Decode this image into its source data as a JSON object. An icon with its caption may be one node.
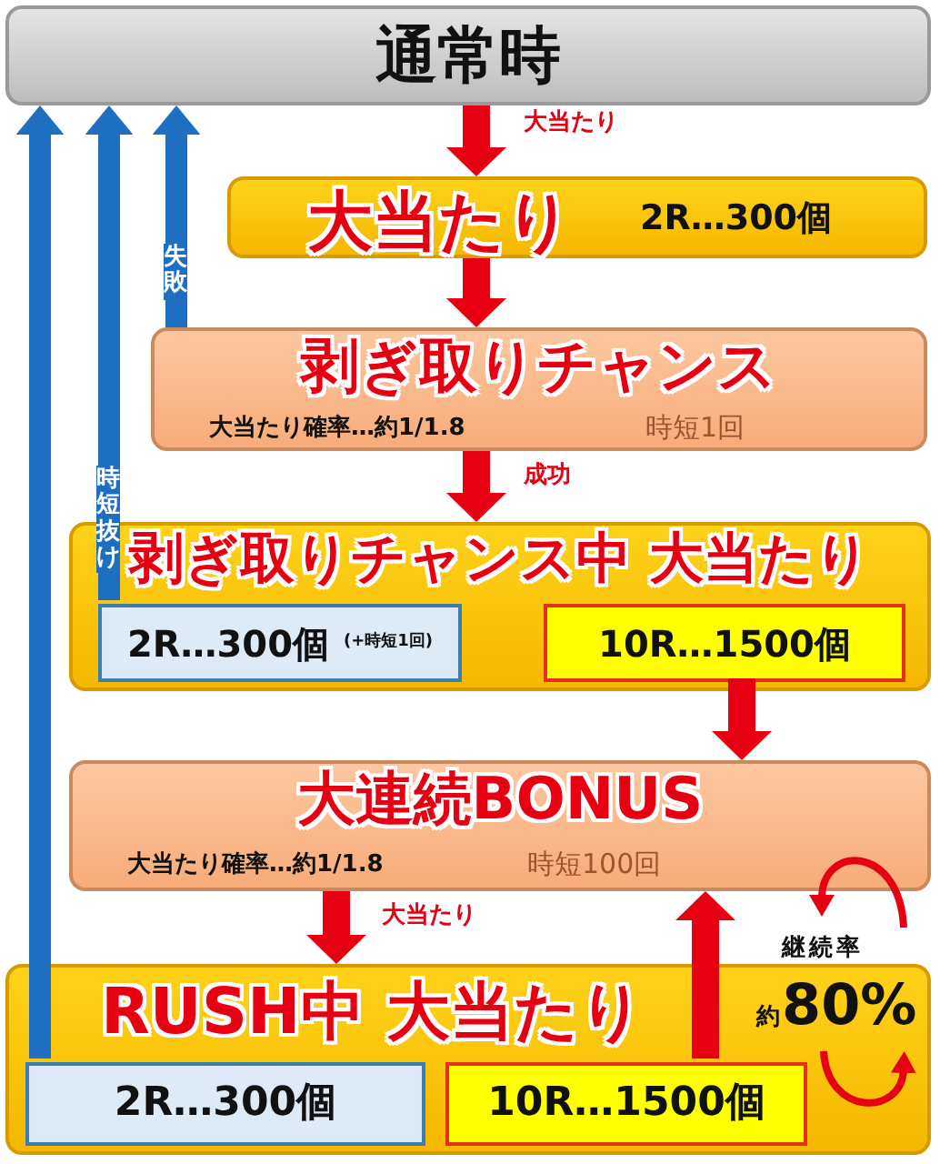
{
  "diagram": {
    "nodes": [
      {
        "text": [
          "通常時"
        ]
      },
      {
        "text": [
          "大当たり",
          "2R…300個"
        ]
      },
      {
        "text": [
          "剥ぎ取りチャンス",
          "大当たり確率…約1/1.8",
          "時短1回"
        ]
      },
      {
        "text": [
          "剥ぎ取りチャンス中 大当たり"
        ]
      },
      {
        "text": [
          "2R…300個",
          "(+時短1回)"
        ],
        "in": 3
      },
      {
        "text": [
          "10R…1500個"
        ],
        "in": 3
      },
      {
        "text": [
          "大連続BONUS",
          "大当たり確率…約1/1.8",
          "時短100回"
        ]
      },
      {
        "text": [
          "RUSH中 大当たり"
        ]
      },
      {
        "text": [
          "2R…300個"
        ],
        "in": 7
      },
      {
        "text": [
          "10R…1500個"
        ],
        "in": 7
      }
    ],
    "edges": [
      {
        "from": 0,
        "to": 1,
        "arrow": "to",
        "label": "大当たり"
      },
      {
        "from": 1,
        "to": 2,
        "arrow": "to"
      },
      {
        "from": 2,
        "to": 3,
        "arrow": "to",
        "label": "成功"
      },
      {
        "from": 5,
        "to": 6,
        "arrow": "to"
      },
      {
        "from": 6,
        "to": 7,
        "arrow": "to",
        "label": "大当たり"
      },
      {
        "from": 9,
        "to": 6,
        "arrow": "to"
      },
      {
        "from": 2,
        "to": 0,
        "arrow": "to",
        "label": "失敗",
        "color": "#1e6fc2"
      },
      {
        "from": 4,
        "to": 0,
        "arrow": "to",
        "label": "時短抜け",
        "color": "#1e6fc2"
      },
      {
        "from": 8,
        "to": 0,
        "arrow": "to",
        "color": "#1e6fc2"
      }
    ],
    "labels": [
      "継続率",
      "約",
      "80%"
    ]
  }
}
